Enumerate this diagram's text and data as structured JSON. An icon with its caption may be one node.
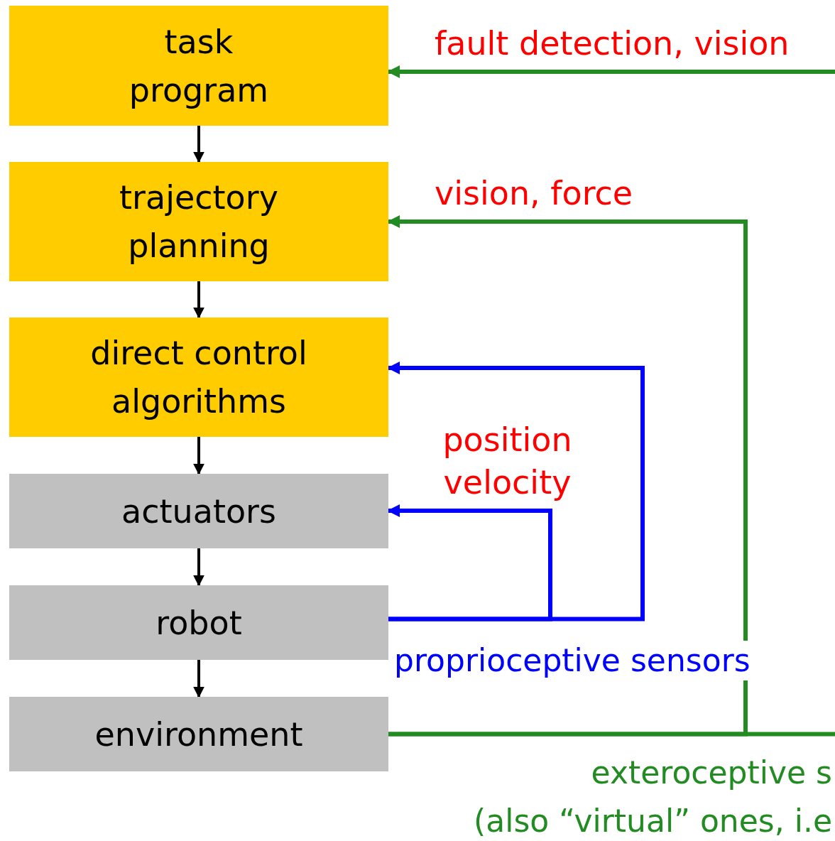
{
  "diagram": {
    "nodes": [
      {
        "text": [
          "task program"
        ]
      },
      {
        "text": [
          "trajectory planning"
        ]
      },
      {
        "text": [
          "direct control algorithms"
        ]
      },
      {
        "text": [
          "actuators"
        ]
      },
      {
        "text": [
          "robot"
        ]
      },
      {
        "text": [
          "environment"
        ]
      }
    ],
    "edges": [
      {
        "from": 0,
        "to": 1,
        "arrow": "to"
      },
      {
        "from": 1,
        "to": 2,
        "arrow": "to"
      },
      {
        "from": 2,
        "to": 3,
        "arrow": "to"
      },
      {
        "from": 3,
        "to": 4,
        "arrow": "to"
      },
      {
        "from": 4,
        "to": 5,
        "arrow": "to"
      },
      {
        "from": 5,
        "to": null,
        "arrow": "none",
        "color": "#228b22"
      },
      {
        "from": null,
        "to": 0,
        "arrow": "to",
        "label": "fault detection, vision",
        "color": "#228b22"
      },
      {
        "from": 5,
        "to": 1,
        "arrow": "to",
        "label": "vision, force",
        "color": "#228b22"
      },
      {
        "from": 4,
        "to": 3,
        "arrow": "to",
        "label": "position velocity",
        "color": "#0000ff"
      },
      {
        "from": 4,
        "to": 2,
        "arrow": "to",
        "color": "#0000ff"
      }
    ],
    "labels": [
      "proprioceptive sensors",
      "exteroceptive s",
      "(also “virtual” ones, i.e"
    ]
  }
}
